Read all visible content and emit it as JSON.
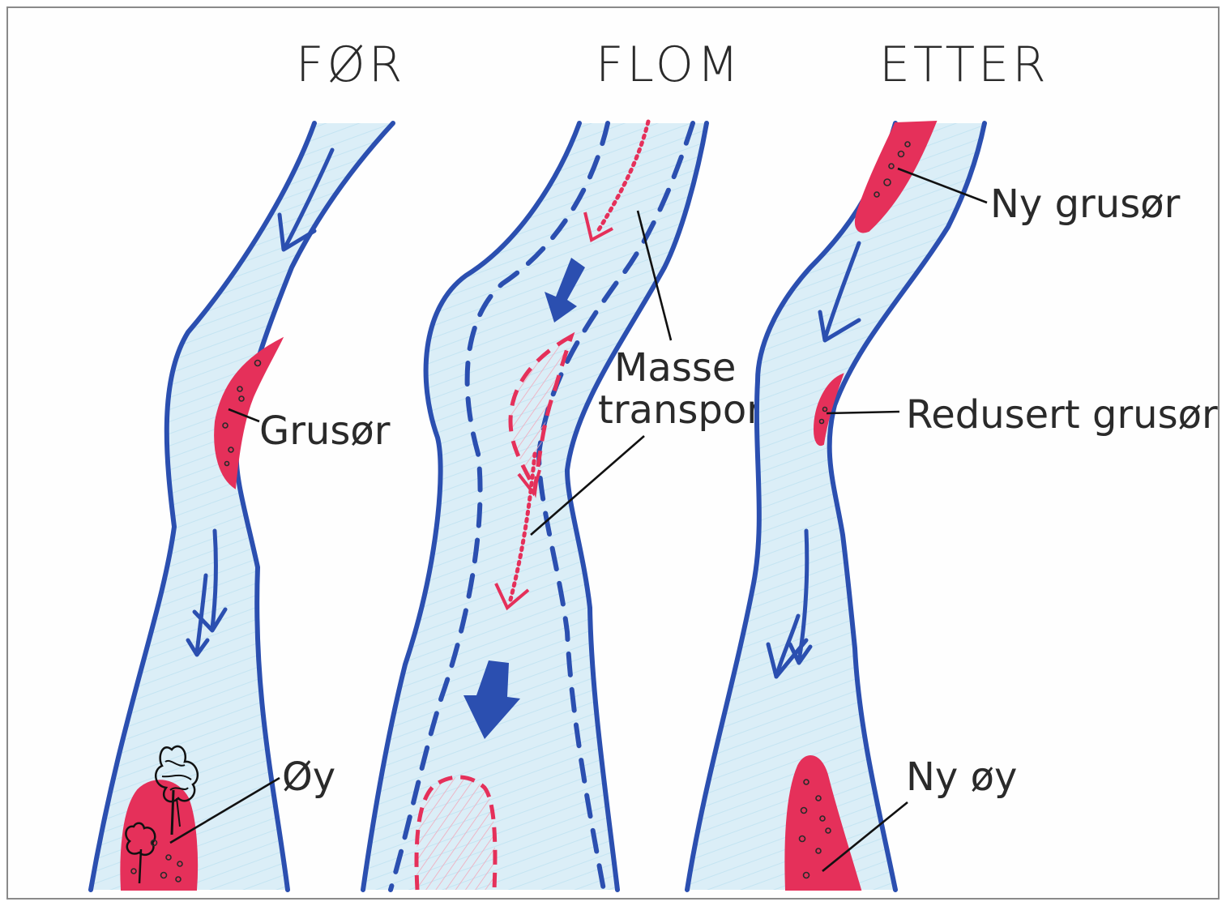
{
  "panels": [
    {
      "title": "FØR"
    },
    {
      "title": "FLOM"
    },
    {
      "title": "ETTER"
    }
  ],
  "labels": {
    "grusor": "Grusør",
    "oy": "Øy",
    "masse_line1": "Masse",
    "masse_line2": "transport",
    "ny_grusor": "Ny grusør",
    "redusert_grusor": "Redusert grusør",
    "ny_oy": "Ny øy"
  },
  "colors": {
    "bank": "#2b4fb0",
    "water": "#dbeef7",
    "sediment": "#e5305a",
    "ink": "#2a2a2a"
  }
}
